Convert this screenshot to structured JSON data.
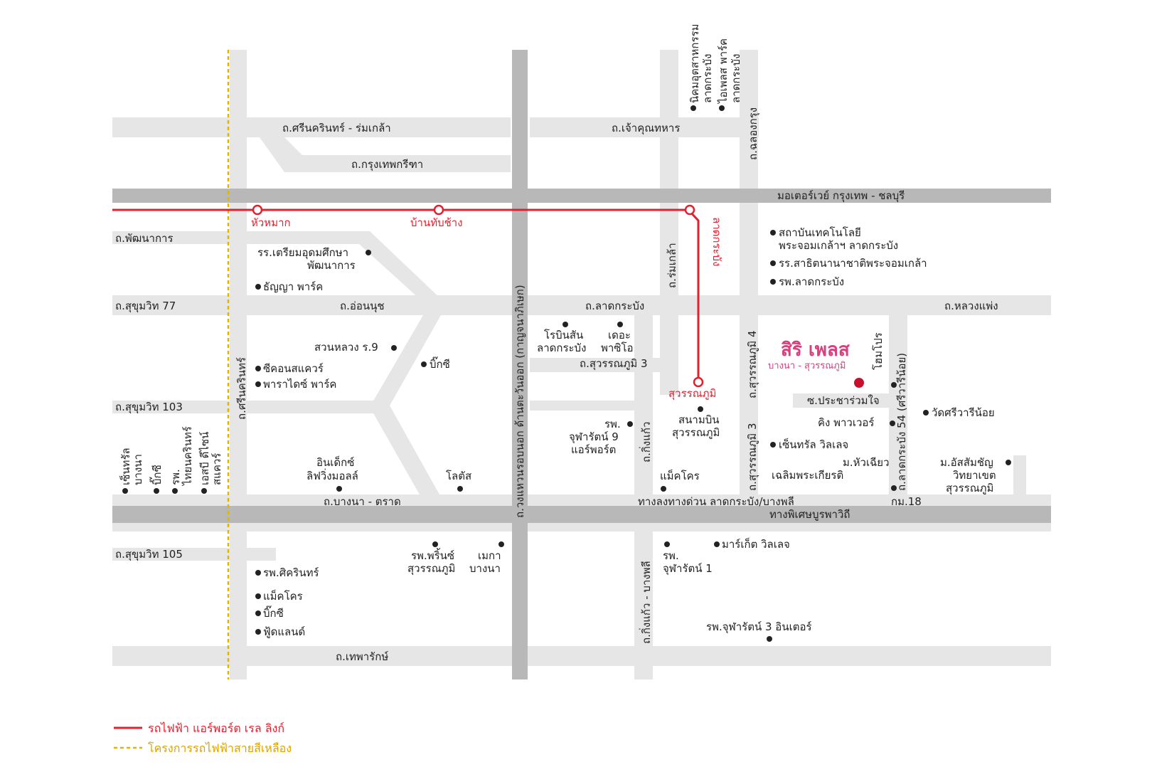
{
  "roads": {
    "srinakarin_romklao": "ถ.ศรีนครินทร์ - ร่มเกล้า",
    "krungthep_kreetha": "ถ.กรุงเทพกรีฑา",
    "chaokhun_thahan": "ถ.เจ้าคุณทหาร",
    "chalong_krung": "ถ.ฉลองกรุง",
    "motorway": "มอเตอร์เวย์ กรุงเทพ - ชลบุรี",
    "phatthanakan": "ถ.พัฒนาการ",
    "sukhumvit77": "ถ.สุขุมวิท 77",
    "on_nut": "ถ.อ่อนนุช",
    "lat_krabang": "ถ.ลาดกระบัง",
    "luang_phaeng": "ถ.หลวงแพ่ง",
    "kanchanaphisek": "ถ.วงแหวนรอบนอก ด้านตะวันออก (กาญจนาภิเษก)",
    "rom_klao": "ถ.ร่มเกล้า",
    "suvarnabhumi3_road": "ถ.สุวรรณภูมิ 3",
    "suvarnabhumi4": "ถ.สุวรรณภูมิ 4",
    "suvarnabhumi3_v": "ถ.สุวรรณภูมิ 3",
    "lat_krabang54": "ถ.ลาดกระบัง 54 (ศรีวารีน้อย)",
    "prachar_ruam_jai": "ซ.ประชาร่วมใจ",
    "sukhumvit103": "ถ.สุขุมวิท 103",
    "srinakarin_v": "ถ.ศรีนครินทร์",
    "king_kaeo": "ถ.กิ่งแก้ว",
    "bangna_trat": "ถ.บางนา - ตราด",
    "expressway_exit": "ทางลงทางด่วน ลาดกระบัง/บางพลี",
    "km18": "กม.18",
    "burapha_withi": "ทางพิเศษบูรพาวิถี",
    "sukhumvit105": "ถ.สุขุมวิท 105",
    "kingkaeo_bangphli": "ถ.กิ่งแก้ว - บางพลี",
    "thepharak": "ถ.เทพารักษ์"
  },
  "stations": {
    "hua_mak": "หัวหมาก",
    "ban_thap_chang": "บ้านทับช้าง",
    "lat_krabang": "ลาดกระบัง",
    "suvarnabhumi": "สุวรรณภูมิ"
  },
  "places": {
    "nikhom_1": "นิคมอุตสาหกรรม",
    "nikhom_2": "ลาดกระบัง",
    "iplace_1": "ไอเพลส พาร์ค",
    "iplace_2": "ลาดกระบัง",
    "kmitl_1": "สถาบันเทคโนโลยี",
    "kmitl_2": "พระจอมเกล้าฯ ลาดกระบัง",
    "kmitl_school": "รร.สาธิตนานาชาติพระจอมเกล้า",
    "ladkrabang_hosp": "รพ.ลาดกระบัง",
    "triam_1": "รร.เตรียมอุดมศึกษา",
    "triam_2": "พัฒนาการ",
    "thanya": "ธัญญา พาร์ค",
    "suan_luang": "สวนหลวง ร.9",
    "bigc_1": "บิ๊กซี",
    "seacon": "ซีคอนสแควร์",
    "paradise": "พาราไดซ์ พาร์ค",
    "robinson_1": "โรบินสัน",
    "robinson_2": "ลาดกระบัง",
    "paseo_1": "เดอะ",
    "paseo_2": "พาซิโอ",
    "airport_1": "สนามบิน",
    "airport_2": "สุวรรณภูมิ",
    "chula9_1": "รพ.",
    "chula9_2": "จุฬารัตน์ 9",
    "chula9_3": "แอร์พอร์ต",
    "makro_1": "แม็คโคร",
    "index_1": "อินเด็กซ์",
    "index_2": "ลิฟวิ่งมอลล์",
    "lotus": "โลตัส",
    "central_bangna_1": "เซ็นทรัล",
    "central_bangna_2": "บางนา",
    "bigc_2": "บิ๊กซี",
    "thainakarin_1": "รพ.",
    "thainakarin_2": "ไทยนครินทร์",
    "esdee_1": "เอสบี ดีไซน์",
    "esdee_2": "สแควร์",
    "home_pro": "โฮมโปร",
    "king_power": "คิง พาวเวอร์",
    "central_village": "เซ็นทรัล วิลเลจ",
    "huachiew_1": "ม.หัวเฉียว",
    "huachiew_2": "เฉลิมพระเกียรติ",
    "wat_sriwari": "วัดศรีวารีน้อย",
    "assumption_1": "ม.อัสสัมชัญ",
    "assumption_2": "วิทยาเขต",
    "assumption_3": "สุวรรณภูมิ",
    "sikarin": "รพ.ศิครินทร์",
    "makro_2": "แม็คโคร",
    "bigc_3": "บิ๊กซี",
    "foodland": "ฟู้ดแลนด์",
    "princ_1": "รพ.พริ้นซ์",
    "princ_2": "สุวรรณภูมิ",
    "mega_1": "เมกา",
    "mega_2": "บางนา",
    "chula1_1": "รพ.",
    "chula1_2": "จุฬารัตน์ 1",
    "market_village": "มาร์เก็ต วิลเลจ",
    "chula3": "รพ.จุฬารัตน์ 3 อินเตอร์"
  },
  "project": {
    "name": "สิริ เพลส",
    "subtitle": "บางนา - สุวรรณภูมิ"
  },
  "legend": {
    "airport_rail": "รถไฟฟ้า แอร์พอร์ต เรล ลิงก์",
    "yellow_line": "โครงการรถไฟฟ้าสายสีเหลือง"
  },
  "colors": {
    "rail": "#e02230",
    "yellow_line": "#e0b400",
    "brand": "#d9407f",
    "road": "#e6e6e6",
    "highway": "#b8b8b8"
  }
}
